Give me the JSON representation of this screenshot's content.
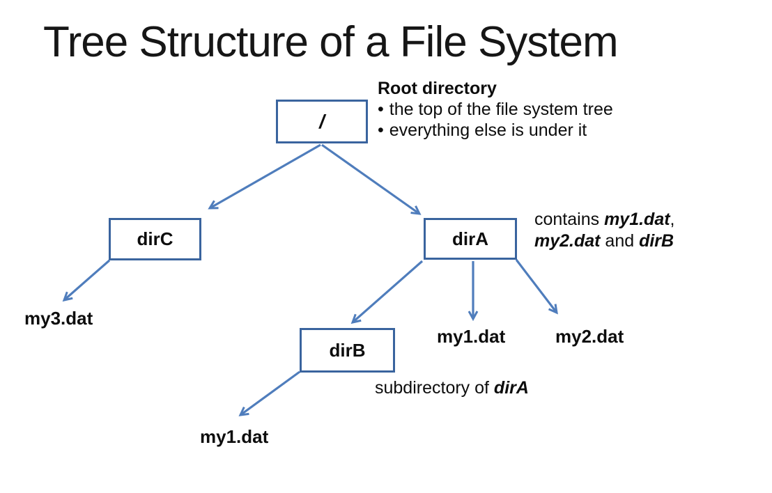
{
  "slide": {
    "title": "Tree Structure of a File System"
  },
  "ui": {
    "bullet_char": "•"
  },
  "colors": {
    "arrow_color": "#4f7dbc",
    "border_color": "#3a649e",
    "text_color": "#000000"
  },
  "tree": {
    "nodes": {
      "root": {
        "label": "/",
        "kind": "directory"
      },
      "dirC": {
        "label": "dirC",
        "kind": "directory"
      },
      "dirA": {
        "label": "dirA",
        "kind": "directory"
      },
      "dirB": {
        "label": "dirB",
        "kind": "directory"
      },
      "my3_under_dirC": {
        "label": "my3.dat",
        "kind": "file"
      },
      "my1_under_dirA": {
        "label": "my1.dat",
        "kind": "file"
      },
      "my2_under_dirA": {
        "label": "my2.dat",
        "kind": "file"
      },
      "my1_under_dirB": {
        "label": "my1.dat",
        "kind": "file"
      }
    },
    "edges": [
      {
        "from": "root",
        "to": "dirC"
      },
      {
        "from": "root",
        "to": "dirA"
      },
      {
        "from": "dirC",
        "to": "my3_under_dirC"
      },
      {
        "from": "dirA",
        "to": "dirB"
      },
      {
        "from": "dirA",
        "to": "my1_under_dirA"
      },
      {
        "from": "dirA",
        "to": "my2_under_dirA"
      },
      {
        "from": "dirB",
        "to": "my1_under_dirB"
      }
    ]
  },
  "annotations": {
    "root_note": {
      "heading": "Root directory",
      "bullets": [
        "the top of the file system tree",
        "everything else is under it"
      ]
    },
    "contains_note": {
      "prefix": "contains ",
      "file1": "my1.dat",
      "separator": ",",
      "file2": "my2.dat",
      "conjunction": " and ",
      "dir": "dirB"
    },
    "subdir_note": {
      "prefix": "subdirectory of ",
      "target": "dirA"
    }
  }
}
